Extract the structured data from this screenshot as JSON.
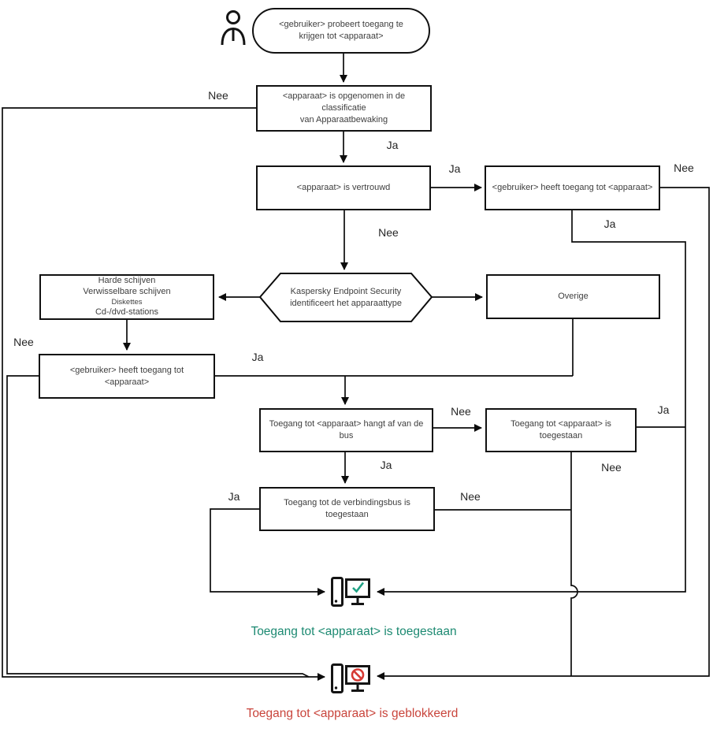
{
  "diagram": {
    "title": "Apparaatbewaking werking (device access flowchart)",
    "start": [
      "<gebruiker> probeert toegang te",
      "krijgen tot <apparaat>"
    ],
    "nodes": {
      "classification": [
        "<apparaat> is opgenomen in de classificatie",
        "van Apparaatbewaking"
      ],
      "trusted": [
        "<apparaat> is vertrouwd"
      ],
      "user_access_top": [
        "<gebruiker> heeft toegang tot <apparaat>"
      ],
      "identify": [
        "Kaspersky Endpoint Security",
        "identificeert het apparaattype"
      ],
      "device_types": [
        "Harde schijven",
        "Verwisselbare schijven",
        "Diskettes",
        "Cd-/dvd-stations"
      ],
      "other": [
        "Overige"
      ],
      "user_access_left": [
        "<gebruiker> heeft toegang tot",
        "<apparaat>"
      ],
      "bus_dependent": [
        "Toegang tot <apparaat> hangt af van de",
        "bus"
      ],
      "allowed_box": [
        "Toegang tot <apparaat> is",
        "toegestaan"
      ],
      "bus_allowed": [
        "Toegang tot de verbindingsbus is",
        "toegestaan"
      ]
    },
    "edge_labels": {
      "classification_nee": "Nee",
      "classification_ja": "Ja",
      "trusted_ja": "Ja",
      "trusted_nee": "Nee",
      "user_top_nee": "Nee",
      "user_top_ja": "Ja",
      "types_nee": "Nee",
      "user_left_ja": "Ja",
      "bus_nee": "Nee",
      "bus_ja": "Ja",
      "allowed_box_ja": "Ja",
      "allowed_box_nee": "Nee",
      "verbind_ja": "Ja",
      "verbind_nee": "Nee"
    },
    "outcomes": {
      "allowed": "Toegang tot <apparaat> is toegestaan",
      "blocked": "Toegang tot <apparaat> is geblokkeerd"
    },
    "icons": {
      "actor": "person-icon",
      "allowed": "computer-check-icon",
      "blocked": "computer-blocked-icon"
    },
    "colors": {
      "line": "#0c0c0c",
      "allowed_text": "#1d8a72",
      "check": "#1fa184",
      "blocked_text": "#c9453c",
      "prohibit": "#d63a34"
    }
  }
}
